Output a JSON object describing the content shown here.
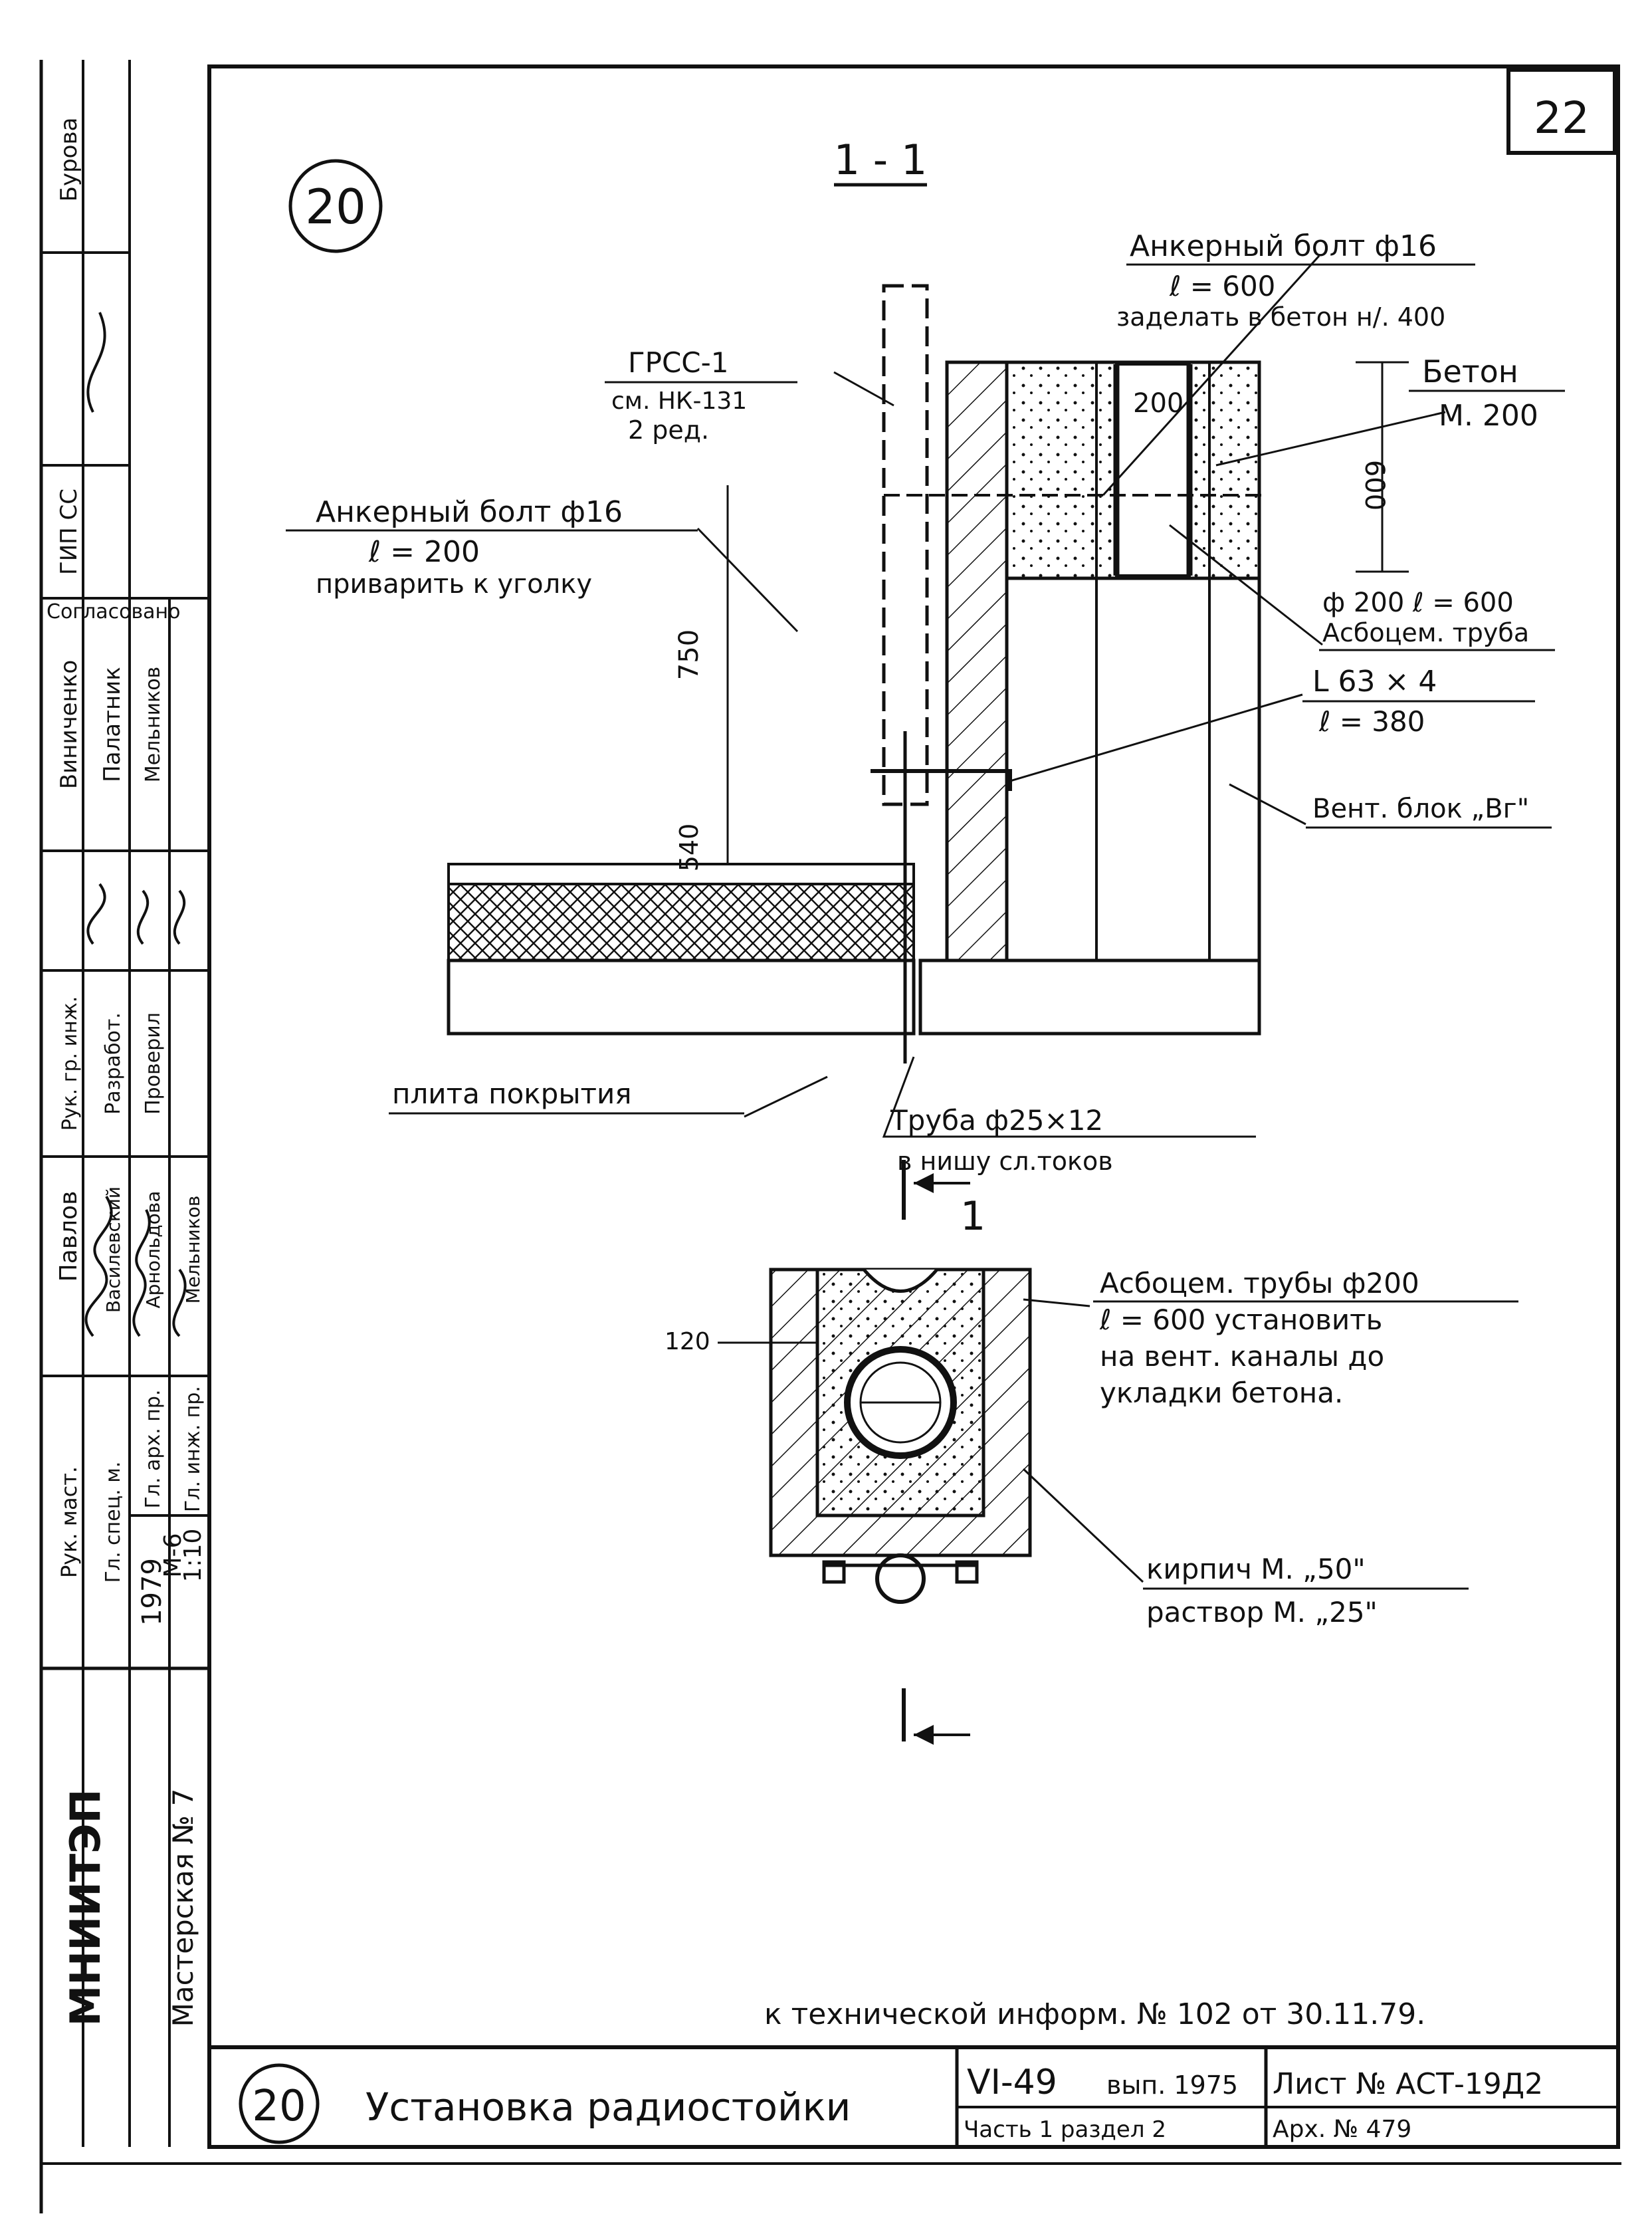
{
  "sheet": {
    "page_number": "22",
    "node_number": "20",
    "section_mark": "1 - 1",
    "cut_label": "1"
  },
  "labels": {
    "anchor_top_1": "Анкерный болт ф16",
    "anchor_top_2": "ℓ = 600",
    "anchor_top_3": "заделать в бетон н/. 400",
    "beton_1": "Бетон",
    "beton_2": "М. 200",
    "dim_200": "200",
    "dim_600": "600",
    "grss_1": "ГРСС-1",
    "grss_2": "см. НК-131",
    "grss_3": "2 ред.",
    "anchor_left_1": "Анкерный болт ф16",
    "anchor_left_2": "ℓ = 200",
    "anchor_left_3": "приварить к уголку",
    "dim_750": "750",
    "dim_540": "540",
    "pipe_1": "ф 200 ℓ = 600",
    "pipe_2": "Асбоцем. труба",
    "angle_1": "L 63 × 4",
    "angle_2": "ℓ = 380",
    "vent": "Вент. блок „Вг\"",
    "slab": "плита покрытия",
    "tube_1": "Труба ф25×12",
    "tube_2": "в нишу сл.токов",
    "plan_note_1": "Асбоцем. трубы ф200",
    "plan_note_2": "ℓ = 600 установить",
    "plan_note_3": "на вент. каналы до",
    "plan_note_4": "укладки бетона.",
    "dim_120": "120",
    "brick_1": "кирпич М. „50\"",
    "brick_2": "раствор М. „25\"",
    "tech_info": "к технической информ. № 102 от 30.11.79."
  },
  "title_block": {
    "node_number": "20",
    "title": "Установка радиостойки",
    "series": "VI-49",
    "issue": "вып. 1975",
    "part": "Часть 1 раздел 2",
    "sheet_no": "Лист № АСТ-19Д2",
    "archive_no": "Арх. № 479"
  },
  "side_stamp": {
    "org": "МНИИТЭП",
    "workshop": "Мастерская № 7",
    "year": "1979",
    "m": "М-6",
    "scale": "1:10",
    "roles": [
      "Рук. маст.",
      "Гл. спец. м.",
      "Гл. арх. пр.",
      "Гл. инж. пр."
    ],
    "names": [
      "Павлов",
      "Василевский",
      "Арнольдова",
      "Мельников"
    ],
    "roles2": [
      "Рук. гр. инж.",
      "Разработ.",
      "Проверил"
    ],
    "names2": [
      "Виниченко",
      "Палатник",
      "Мельников"
    ],
    "agreed": "Согласовано",
    "gip": "ГИП СС",
    "burova": "Бурова"
  }
}
